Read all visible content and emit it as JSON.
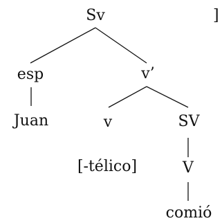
{
  "tree": {
    "root": "Sv",
    "specifier": "esp",
    "specifier_head": "Juan",
    "v_bar": "v’",
    "v_head": "v",
    "feature": "[-télico]",
    "complement": "SV",
    "V_head": "V",
    "verb": "comió",
    "closing_bracket": "]"
  },
  "colors": {
    "ink": "#111111",
    "background": "#ffffff"
  }
}
